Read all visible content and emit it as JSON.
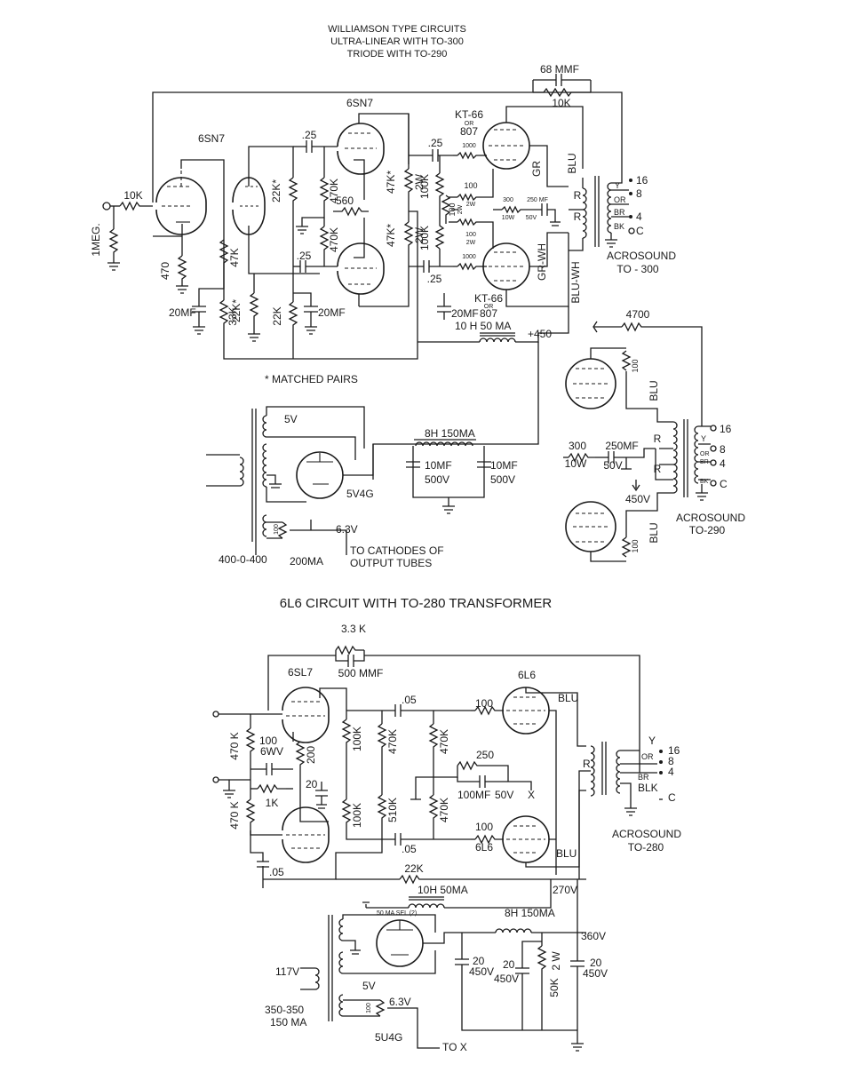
{
  "title": {
    "line1": "WILLIAMSON TYPE CIRCUITS",
    "line2": "ULTRA-LINEAR WITH TO-300",
    "line3": "TRIODE WITH TO-290"
  },
  "circuit1": {
    "tube_6sn7_left": "6SN7",
    "tube_6sn7_right": "6SN7",
    "input_r": "10K",
    "grid_r": "1MEG.",
    "cath_r1": "470",
    "cath_cap1": "20MF",
    "plate_r1": "47K",
    "r33k": "33K",
    "r22k_star_a": "22K*",
    "r22k_star_b": "22K*",
    "r22k": "22K",
    "cap20mf": "20MF",
    "cap25_top": ".25",
    "cap25_mid": ".25",
    "r470k_a": "470K",
    "r470k_b": "470K",
    "r560": "560",
    "r47k_2w_a": "47K*",
    "r47k_2w_b": "47K*",
    "w2w": "2W",
    "cap25_out1": ".25",
    "cap25_out2": ".25",
    "r100k_a": "100K",
    "r100k_b": "100K",
    "r1000_a": "1000",
    "r1000_b": "1000",
    "r100_a": "100",
    "r100_2w": "2W",
    "r100_b": "100",
    "r100_b_2w": "2W",
    "pot_100": "100",
    "pot_2w": "2W",
    "r300": "300",
    "r300_10w": "10W",
    "c250mf": "250 MF",
    "c250_50v": "50V",
    "tube_kt66_top": "KT-66",
    "or_top": "OR",
    "tube_807_top": "807",
    "tube_kt66_bot": "KT-66",
    "or_bot": "OR",
    "tube_807_bot": "807",
    "fb_cap": "68 MMF",
    "fb_r": "10K",
    "wire_blu": "BLU",
    "wire_gr": "GR",
    "wire_gr_wh": "GR-WH",
    "wire_blu_wh": "BLU-WH",
    "wire_r1": "R",
    "wire_r2": "R",
    "tap_y": "Y",
    "tap_or": "OR",
    "tap_br": "BR",
    "tap_bk": "BK",
    "out16": "16",
    "out8": "8",
    "out4": "4",
    "outc": "C",
    "xfmr_name": "ACROSOUND",
    "xfmr_model": "TO - 300",
    "dec_cap": "20MF",
    "choke": "10 H  50 MA",
    "bplus": "+450",
    "matched": "* MATCHED PAIRS"
  },
  "psu1": {
    "v5": "5V",
    "rect": "5V4G",
    "choke": "8H 150MA",
    "c1": "10MF",
    "c1v": "500V",
    "c2": "10MF",
    "c2v": "500V",
    "pot": "100",
    "v63": "6.3V",
    "to_cath_1": "TO CATHODES OF",
    "to_cath_2": "OUTPUT TUBES",
    "hv": "400-0-400",
    "ma": "200MA"
  },
  "triode": {
    "r4700": "4700",
    "r100_top": "100",
    "r100_bot": "100",
    "r300": "300",
    "r300w": "10W",
    "c250": "250MF",
    "c250v": "50V",
    "v450": "450V",
    "wire_blu_top": "BLU",
    "wire_blu_bot": "BLU",
    "wire_r1": "R",
    "wire_r2": "R",
    "tap_y": "Y",
    "tap_or": "OR",
    "tap_br": "BR",
    "tap_bk": "BK",
    "out16": "16",
    "out8": "8",
    "out4": "4",
    "outc": "C",
    "xfmr_name": "ACROSOUND",
    "xfmr_model": "TO-290"
  },
  "circuit2": {
    "title": "6L6 CIRCUIT WITH TO-280 TRANSFORMER",
    "fb_r": "3.3 K",
    "fb_cap": "500 MMF",
    "tube_6sl7": "6SL7",
    "tube_6l6_top": "6L6",
    "tube_6l6_bot": "6L6",
    "r470k_in_a": "470 K",
    "r470k_in_b": "470 K",
    "r100": "100",
    "r100v": "6WV",
    "r1k": "1K",
    "r200": "200",
    "c20": "20",
    "r100k_a": "100K",
    "r100k_b": "100K",
    "r470k_a": "470K",
    "r510k": "510K",
    "c05_a": ".05",
    "c05_b": ".05",
    "c05_c": ".05",
    "r470k_b": "470K",
    "r470k_c": "470K",
    "r100_grid_a": "100",
    "r100_grid_b": "100",
    "r250": "250",
    "c100mf": "100MF",
    "c100v": "50V",
    "x_mark": "X",
    "wire_blu_a": "BLU",
    "wire_blu_b": "BLU",
    "wire_r": "R",
    "tap_y": "Y",
    "tap_or": "OR",
    "tap_br": "BR",
    "tap_blk": "BLK",
    "out16": "16",
    "out8": "8",
    "out4": "4",
    "outc": "C",
    "xfmr_name": "ACROSOUND",
    "xfmr_model": "TO-280",
    "r22k": "22K",
    "choke_small": "10H 50MA",
    "sel": "50 MA SEL (2)",
    "choke_big": "8H 150MA",
    "v270": "270V",
    "v360": "360V",
    "c20_a": "20",
    "c20_av": "450V",
    "c20_b": "20",
    "c20_bv": "450V",
    "r50k": "50K",
    "r50k_w": "2 W",
    "c20_c": "20",
    "c20_cv": "450V",
    "v117": "117V",
    "v5": "5V",
    "hv": "350-350",
    "ma": "150 MA",
    "pot": "100",
    "v63": "6.3V",
    "rect": "5U4G",
    "to_x": "TO X"
  }
}
